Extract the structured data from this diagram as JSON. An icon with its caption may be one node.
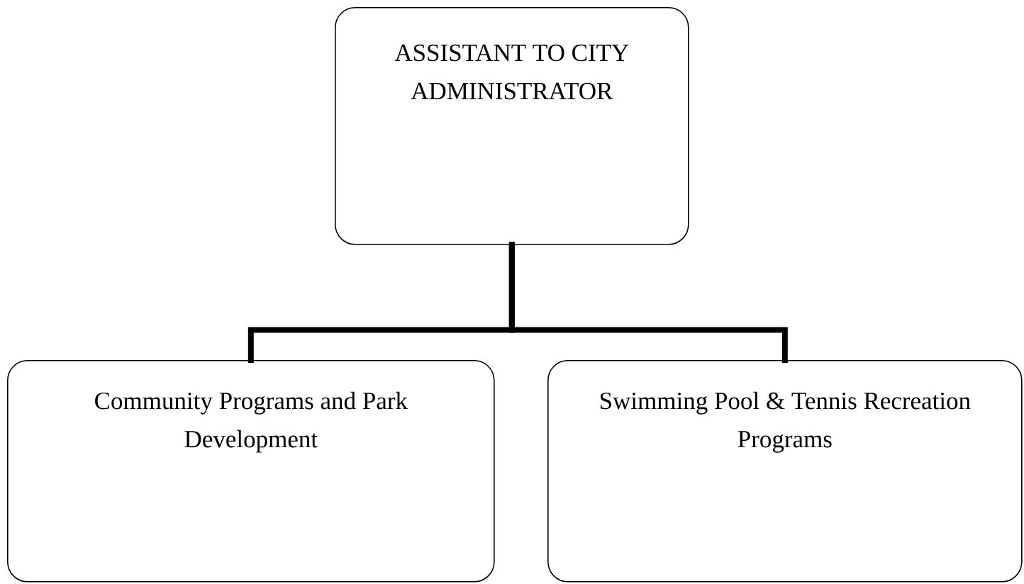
{
  "diagram": {
    "nodes": [
      {
        "text": [
          "ASSISTANT TO CITY ADMINISTRATOR"
        ]
      },
      {
        "text": [
          "Community Programs and Park Development"
        ]
      },
      {
        "text": [
          "Swimming Pool & Tennis Recreation Programs"
        ]
      }
    ],
    "edges": [
      {
        "from": 0,
        "to": 1,
        "arrow": "none"
      },
      {
        "from": 0,
        "to": 2,
        "arrow": "none"
      }
    ]
  }
}
